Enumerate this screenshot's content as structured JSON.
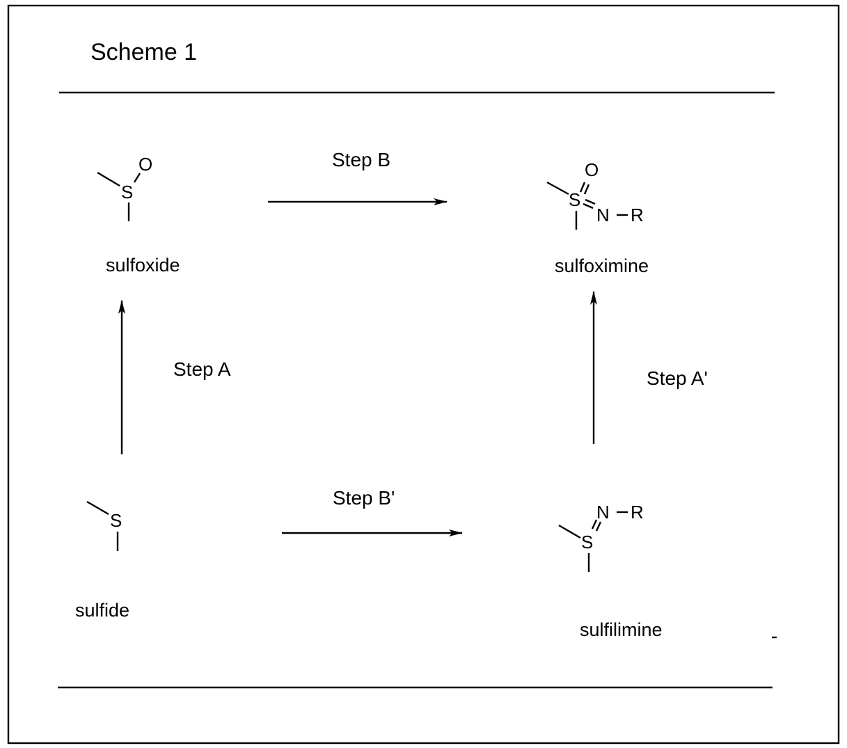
{
  "title": "Scheme 1",
  "compounds": {
    "sulfoxide": {
      "name": "sulfoxide",
      "atoms": [
        "S",
        "O"
      ]
    },
    "sulfoximine": {
      "name": "sulfoximine",
      "atoms": [
        "S",
        "O",
        "N",
        "R"
      ]
    },
    "sulfide": {
      "name": "sulfide",
      "atoms": [
        "S"
      ]
    },
    "sulfilimine": {
      "name": "sulfilimine",
      "atoms": [
        "S",
        "N",
        "R"
      ]
    }
  },
  "steps": {
    "step_a": "Step A",
    "step_b": "Step B",
    "step_a_prime": "Step A'",
    "step_b_prime": "Step B'"
  }
}
